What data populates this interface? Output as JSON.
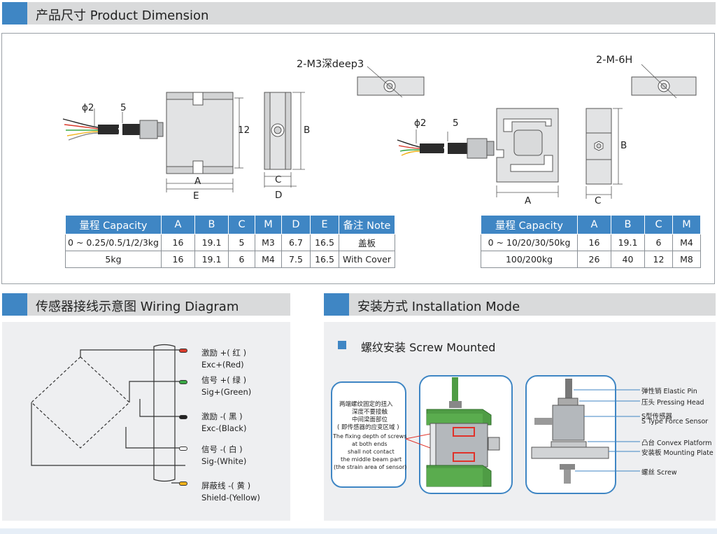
{
  "sections": {
    "dimension_title": "产品尺寸 Product Dimension",
    "wiring_title": "传感器接线示意图 Wiring Diagram",
    "install_title": "安装方式 Installation Mode"
  },
  "drawing_labels": {
    "phi2_left": "ϕ2",
    "five_left": "5",
    "dim_12": "12",
    "dim_A_left": "A",
    "dim_E": "E",
    "dim_B_left": "B",
    "dim_C_left": "C",
    "dim_D": "D",
    "m3_note": "2-M3深deep3",
    "phi2_right": "ϕ2",
    "five_right": "5",
    "dim_A_right": "A",
    "dim_C_right": "C",
    "dim_B_right": "B",
    "m6_note": "2-M-6H"
  },
  "table_left": {
    "headers": [
      "量程 Capacity",
      "A",
      "B",
      "C",
      "M",
      "D",
      "E",
      "备注 Note"
    ],
    "rows": [
      [
        "0 ~ 0.25/0.5/1/2/3kg",
        "16",
        "19.1",
        "5",
        "M3",
        "6.7",
        "16.5",
        "盖板"
      ],
      [
        "5kg",
        "16",
        "19.1",
        "6",
        "M4",
        "7.5",
        "16.5",
        "With Cover"
      ]
    ]
  },
  "table_right": {
    "headers": [
      "量程 Capacity",
      "A",
      "B",
      "C",
      "M"
    ],
    "rows": [
      [
        "0 ~ 10/20/30/50kg",
        "16",
        "19.1",
        "6",
        "M4"
      ],
      [
        "100/200kg",
        "26",
        "40",
        "12",
        "M8"
      ]
    ]
  },
  "wiring": [
    {
      "cn": "激励 +( 红 )",
      "en": "Exc+(Red)",
      "color": "#d93a2b"
    },
    {
      "cn": "信号 +( 绿 )",
      "en": "Sig+(Green)",
      "color": "#39a845"
    },
    {
      "cn": "激励 -( 黑 )",
      "en": "Exc-(Black)",
      "color": "#222222"
    },
    {
      "cn": "信号 -( 白 )",
      "en": "Sig-(White)",
      "color": "#ffffff"
    },
    {
      "cn": "屏蔽线 -( 黄 )",
      "en": "Shield-(Yellow)",
      "color": "#f2b21b"
    }
  ],
  "install": {
    "screw_mounted": "螺纹安装 Screw Mounted",
    "note_cn": [
      "两端螺纹固定的扭入",
      "深度不要接触",
      "中间梁面部位",
      "( 即传感器的应变区域 )"
    ],
    "note_en": [
      "The fixing depth of screws",
      "at both ends",
      "shall not contact",
      "the middle beam part",
      "(the strain area of sensor)"
    ],
    "callouts": [
      "弹性销 Elastic Pin",
      "压头 Pressing Head",
      "S型传感器",
      "S Type Force Sensor",
      "凸台 Convex Platform",
      "安装板 Mounting Plate",
      "螺丝 Screw"
    ]
  },
  "colors": {
    "accent_blue": "#3f86c4",
    "header_grey": "#d9dadb",
    "fixture_green": "#4f9c45",
    "highlight_red": "#e0322a"
  }
}
